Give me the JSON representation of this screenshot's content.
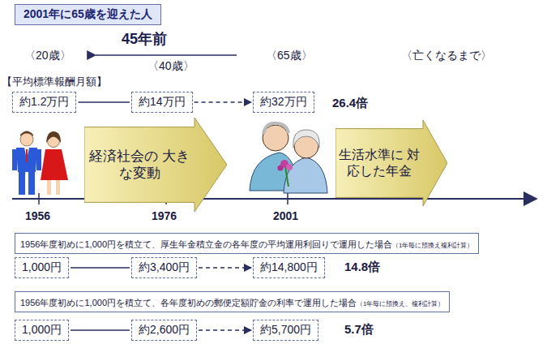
{
  "diagram": {
    "title": "2001年に65歳を迎えた人",
    "nodes": [
      {
        "text": [
          "2001年に65歳を迎えた人"
        ]
      },
      {
        "text": [
          "約1.2万円"
        ]
      },
      {
        "text": [
          "約14万円"
        ]
      },
      {
        "text": [
          "約32万円"
        ]
      },
      {
        "text": [
          "経済社会の 大きな変動"
        ]
      },
      {
        "text": [
          "生活水準に 対応した年金"
        ]
      },
      {
        "text": [
          "1956年度初めに1,000円を積立て、厚生年金積立金の各年度の平均運用利回りで運用した場合",
          "（1年毎に預換え複利計算）"
        ]
      },
      {
        "text": [
          "1,000円"
        ]
      },
      {
        "text": [
          "約3,400円"
        ]
      },
      {
        "text": [
          "約14,800円"
        ]
      },
      {
        "text": [
          "1956年度初めに1,000円を積立て、各年度初めの郵便定額貯金の利率で運用した場合",
          "（1年毎に預換え、複利計算）"
        ]
      },
      {
        "text": [
          "1,000円"
        ]
      },
      {
        "text": [
          "約2,600円"
        ]
      },
      {
        "text": [
          "約5,700円"
        ]
      }
    ],
    "edges": [
      {
        "from": 1,
        "to": 2,
        "arrow": "none"
      },
      {
        "from": 2,
        "to": 3,
        "arrow": "to"
      },
      {
        "from": 7,
        "to": 8,
        "arrow": "none"
      },
      {
        "from": 8,
        "to": 9,
        "arrow": "to"
      },
      {
        "from": 11,
        "to": 12,
        "arrow": "none"
      },
      {
        "from": 12,
        "to": 13,
        "arrow": "to"
      }
    ],
    "labels": [
      "45年前",
      "〈20歳〉",
      "〈40歳〉",
      "〈65歳〉",
      "〈亡くなるまで〉",
      "【平均標準報酬月額】",
      "26.4倍",
      "1956",
      "1976",
      "2001",
      "14.8倍",
      "5.7倍"
    ]
  }
}
